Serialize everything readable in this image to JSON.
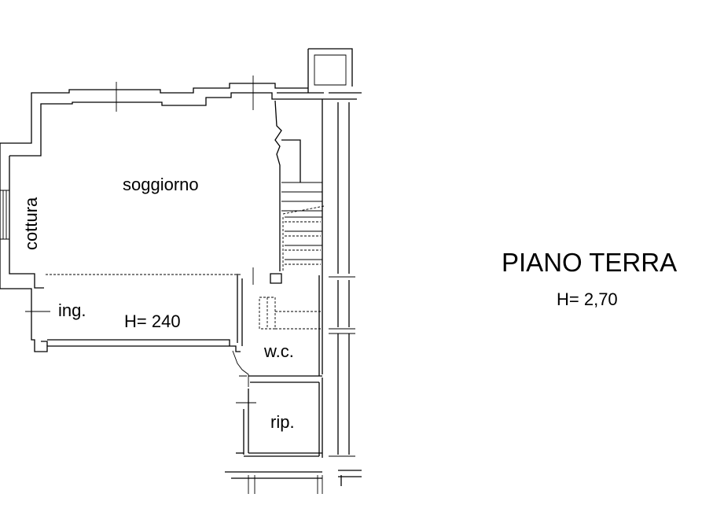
{
  "title": "PIANO TERRA",
  "height_note": "H= 2,70",
  "rooms": {
    "soggiorno": "soggiorno",
    "cottura": "cottura",
    "ingresso": "ing.",
    "wc": "w.c.",
    "ripostiglio": "rip."
  },
  "mezzanine_height": "H= 240"
}
